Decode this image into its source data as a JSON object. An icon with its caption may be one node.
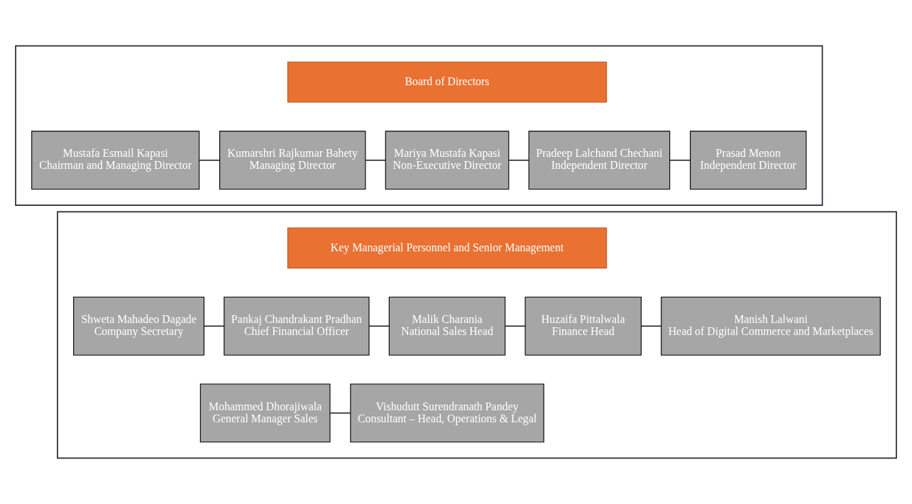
{
  "diagram": {
    "nodes": [
      {
        "text": [],
        "shape": "box"
      },
      {
        "text": [
          "Board of Directors"
        ],
        "in": 0
      },
      {
        "text": [
          "Mustafa Esmail Kapasi",
          "Chairman and Managing Director"
        ],
        "in": 0
      },
      {
        "text": [
          "Kumarshri Rajkumar Bahety",
          "Managing Director"
        ],
        "in": 0
      },
      {
        "text": [
          "Mariya Mustafa Kapasi",
          "Non-Executive Director"
        ],
        "in": 0
      },
      {
        "text": [
          "Pradeep Lalchand Chechani",
          "Independent Director"
        ],
        "in": 0
      },
      {
        "text": [
          "Prasad Menon",
          "Independent Director"
        ],
        "in": 0
      },
      {
        "text": [],
        "shape": "box"
      },
      {
        "text": [
          "Key Managerial Personnel and Senior Management"
        ],
        "in": 7
      },
      {
        "text": [
          "Shweta Mahadeo Dagade",
          "Company Secretary"
        ],
        "in": 7
      },
      {
        "text": [
          "Pankaj Chandrakant Pradhan",
          "Chief Financial Officer"
        ],
        "in": 7
      },
      {
        "text": [
          "Malik Charania",
          "National Sales Head"
        ],
        "in": 7
      },
      {
        "text": [
          "Huzaifa Pittalwala",
          "Finance Head"
        ],
        "in": 7
      },
      {
        "text": [
          "Manish Lalwani",
          "Head of Digital Commerce and Marketplaces"
        ],
        "in": 7
      },
      {
        "text": [
          "Mohammed Dhorajiwala",
          "General Manager Sales"
        ],
        "in": 7
      },
      {
        "text": [
          "Vishudutt Surendranath Pandey",
          "Consultant – Head, Operations & Legal"
        ],
        "in": 7
      }
    ],
    "edges": [
      {
        "from": 2,
        "to": 3,
        "arrow": "none"
      },
      {
        "from": 3,
        "to": 4,
        "arrow": "none"
      },
      {
        "from": 4,
        "to": 5,
        "arrow": "none"
      },
      {
        "from": 5,
        "to": 6,
        "arrow": "none"
      },
      {
        "from": 9,
        "to": 10,
        "arrow": "none"
      },
      {
        "from": 10,
        "to": 11,
        "arrow": "none"
      },
      {
        "from": 11,
        "to": 12,
        "arrow": "none"
      },
      {
        "from": 12,
        "to": 13,
        "arrow": "none"
      },
      {
        "from": 14,
        "to": 15,
        "arrow": "none"
      }
    ]
  }
}
